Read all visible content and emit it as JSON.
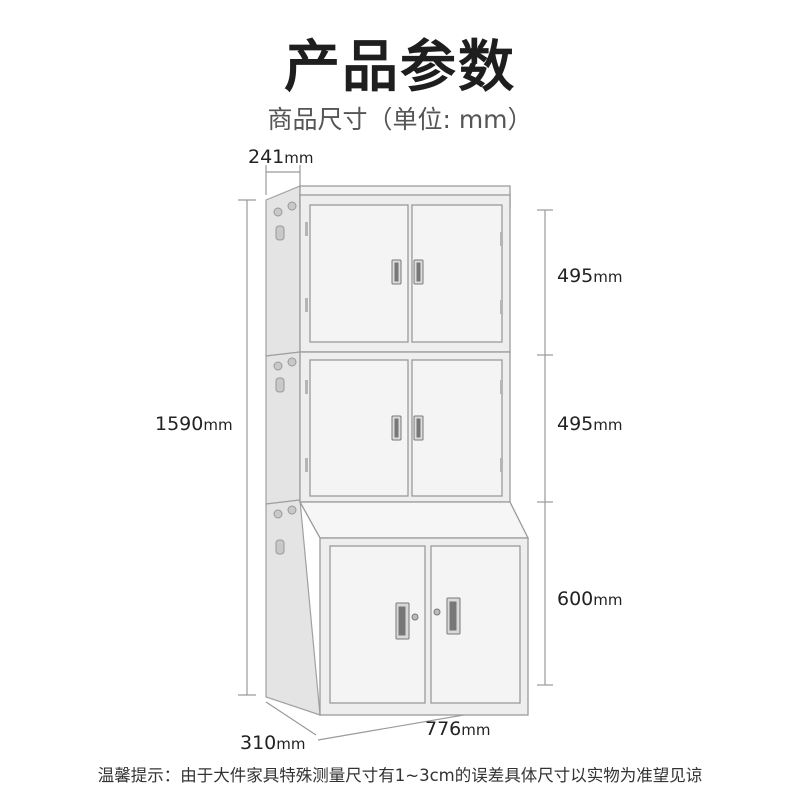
{
  "title": "产品参数",
  "subtitle": "商品尺寸（单位: mm）",
  "dimensions": {
    "depth_top": {
      "value": "241",
      "unit": "mm"
    },
    "height_total": {
      "value": "1590",
      "unit": "mm"
    },
    "height_upper": {
      "value": "495",
      "unit": "mm"
    },
    "height_middle": {
      "value": "495",
      "unit": "mm"
    },
    "height_lower": {
      "value": "600",
      "unit": "mm"
    },
    "depth_bottom": {
      "value": "310",
      "unit": "mm"
    },
    "width": {
      "value": "776",
      "unit": "mm"
    }
  },
  "note": "温馨提示：由于大件家具特殊测量尺寸有1~3cm的误差具体尺寸以实物为准望见谅",
  "colors": {
    "cabinet": "#eeeeee",
    "edge": "#9a9a9a",
    "line": "#999999"
  }
}
